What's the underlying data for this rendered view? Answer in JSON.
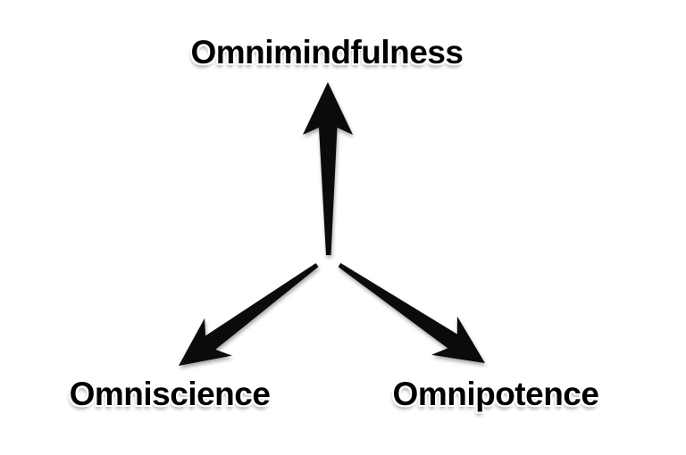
{
  "diagram": {
    "nodes": {
      "top": {
        "label": "Omnimindfulness"
      },
      "bottom_left": {
        "label": "Omniscience"
      },
      "bottom_right": {
        "label": "Omnipotence"
      }
    },
    "arrows": [
      {
        "name": "arrow-up",
        "from": "center",
        "to": "top"
      },
      {
        "name": "arrow-down-left",
        "from": "center",
        "to": "bottom_left"
      },
      {
        "name": "arrow-down-right",
        "from": "center",
        "to": "bottom_right"
      }
    ]
  },
  "colors": {
    "background": "#ffffff",
    "arrow": "#0b0b0b",
    "text": "#000000",
    "text_halo": "#ffffff"
  }
}
